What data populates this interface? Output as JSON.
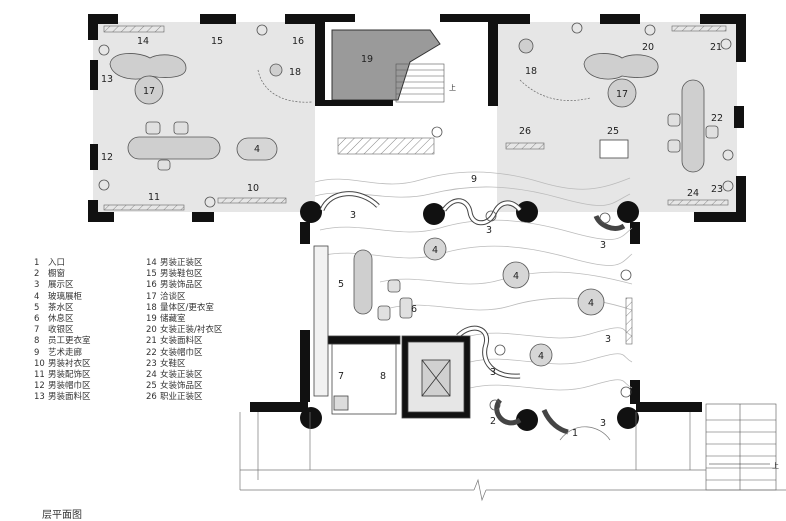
{
  "room_numbers": {
    "r1": "1",
    "r2": "2",
    "r3a": "3",
    "r3b": "3",
    "r3c": "3",
    "r3d": "3",
    "r3e": "3",
    "r3f": "3",
    "r4a": "4",
    "r4b": "4",
    "r4c": "4",
    "r4d": "4",
    "r4e": "4",
    "r5": "5",
    "r6": "6",
    "r7": "7",
    "r8": "8",
    "r9": "9",
    "r10": "10",
    "r11": "11",
    "r12": "12",
    "r13": "13",
    "r14": "14",
    "r15": "15",
    "r16": "16",
    "r17a": "17",
    "r17b": "17",
    "r18a": "18",
    "r18b": "18",
    "r19": "19",
    "r20": "20",
    "r21": "21",
    "r22": "22",
    "r23": "23",
    "r24": "24",
    "r25": "25",
    "r26": "26"
  },
  "legend_left": [
    {
      "num": "1",
      "label": "入口"
    },
    {
      "num": "2",
      "label": "橱窗"
    },
    {
      "num": "3",
      "label": "展示区"
    },
    {
      "num": "4",
      "label": "玻璃展柜"
    },
    {
      "num": "5",
      "label": "茶水区"
    },
    {
      "num": "6",
      "label": "休息区"
    },
    {
      "num": "7",
      "label": "收银区"
    },
    {
      "num": "8",
      "label": "员工更衣室"
    },
    {
      "num": "9",
      "label": "艺术走廊"
    },
    {
      "num": "10",
      "label": "男装衬衣区"
    },
    {
      "num": "11",
      "label": "男装配饰区"
    },
    {
      "num": "12",
      "label": "男装帽巾区"
    },
    {
      "num": "13",
      "label": "男装面料区"
    }
  ],
  "legend_right": [
    {
      "num": "14",
      "label": "男装正装区"
    },
    {
      "num": "15",
      "label": "男装鞋包区"
    },
    {
      "num": "16",
      "label": "男装饰品区"
    },
    {
      "num": "17",
      "label": "洽谈区"
    },
    {
      "num": "18",
      "label": "量体区/更衣室"
    },
    {
      "num": "19",
      "label": "储藏室"
    },
    {
      "num": "20",
      "label": "女装正装/衬衣区"
    },
    {
      "num": "21",
      "label": "女装面料区"
    },
    {
      "num": "22",
      "label": "女装帽巾区"
    },
    {
      "num": "23",
      "label": "女鞋区"
    },
    {
      "num": "24",
      "label": "女装正装区"
    },
    {
      "num": "25",
      "label": "女装饰品区"
    },
    {
      "num": "26",
      "label": "职业正装区"
    }
  ],
  "caption": "层平面图",
  "stair_mark_1": "上",
  "stair_mark_2": "上"
}
